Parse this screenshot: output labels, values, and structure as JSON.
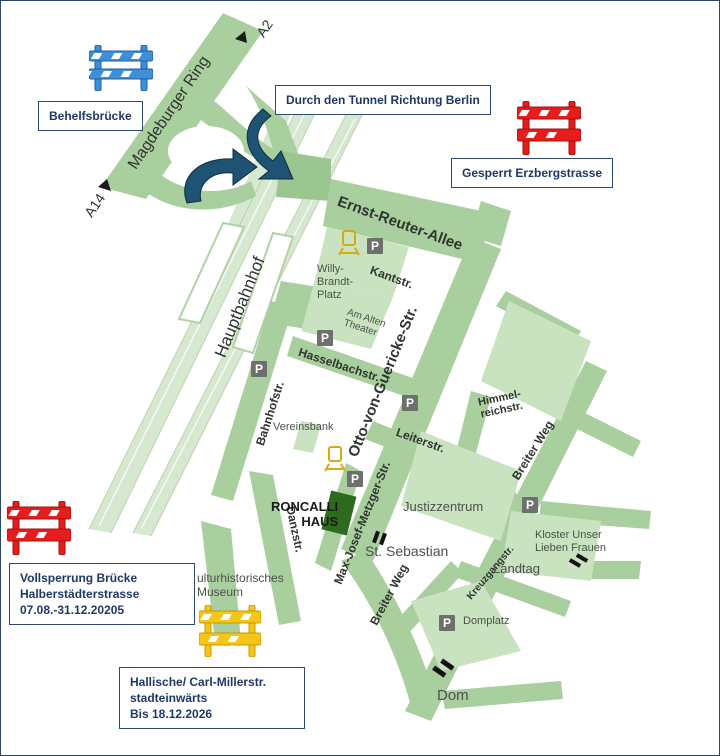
{
  "roads": {
    "magdeburger_ring": "Magdeburger Ring",
    "a2": "A2",
    "a14": "A14",
    "ernst_reuter_allee": "Ernst-Reuter-Allee",
    "hauptbahnhof": "Hauptbahnhof",
    "kantstr": "Kantstr.",
    "otto_von_guericke_str": "Otto-von-Guericke-Str.",
    "hasselbachstr": "Hasselbachstr.",
    "bahnhofstr": "Bahnhofstr.",
    "leiterstr": "Leiterstr.",
    "himmelreichstr": "Himmel-\nreichstr.",
    "breiter_weg_upper": "Breiter Weg",
    "breiter_weg_lower": "Breiter Weg",
    "max_josef_metzger_str": "Max-Josef-Metzger-Str.",
    "danzstr": "Danzstr.",
    "kreuzgangstr": "Kreuzgangstr."
  },
  "places": {
    "willy_brandt_platz": "Willy-\nBrandt-\nPlatz",
    "am_alten_theater": "Am Alten\nTheater",
    "vereinsbank": "Vereinsbank",
    "roncalli_haus": "RONCALLI\nHAUS",
    "justizzentrum": "Justizzentrum",
    "st_sebastian": "St. Sebastian",
    "kloster": "Kloster Unser\nLieben Frauen",
    "landtag": "Landtag",
    "domplatz": "Domplatz",
    "dom": "Dom",
    "museum": "ulturhistorisches\nMuseum"
  },
  "parking_label": "P",
  "notices": {
    "behelfsbruecke": "Behelfsbrücke",
    "tunnel": "Durch den Tunnel Richtung Berlin",
    "gesperrt": "Gesperrt Erzbergstrasse",
    "vollsperrung": "Vollsperrung Brücke\nHalberstädterstrasse\n07.08.-31.12.20205",
    "hallische": "Hallische/ Carl-Millerstr.\nstadteinwärts\nBis 18.12.2026"
  },
  "colors": {
    "road": "#a9cf9e",
    "plaza": "#c9e2c0",
    "rail": "#dcebd7",
    "arrow": "#1e5373",
    "barrier_blue": "#3f8fd8",
    "barrier_red": "#e51d1d",
    "barrier_yellow": "#f5c518",
    "roncalli": "#2e6b1f",
    "notice_border": "#2d4a73"
  },
  "icons": {
    "barrier": "road-barrier-icon",
    "parking": "parking-icon",
    "train": "train-icon",
    "church": "church-icon",
    "arrow": "curved-arrow-icon"
  }
}
